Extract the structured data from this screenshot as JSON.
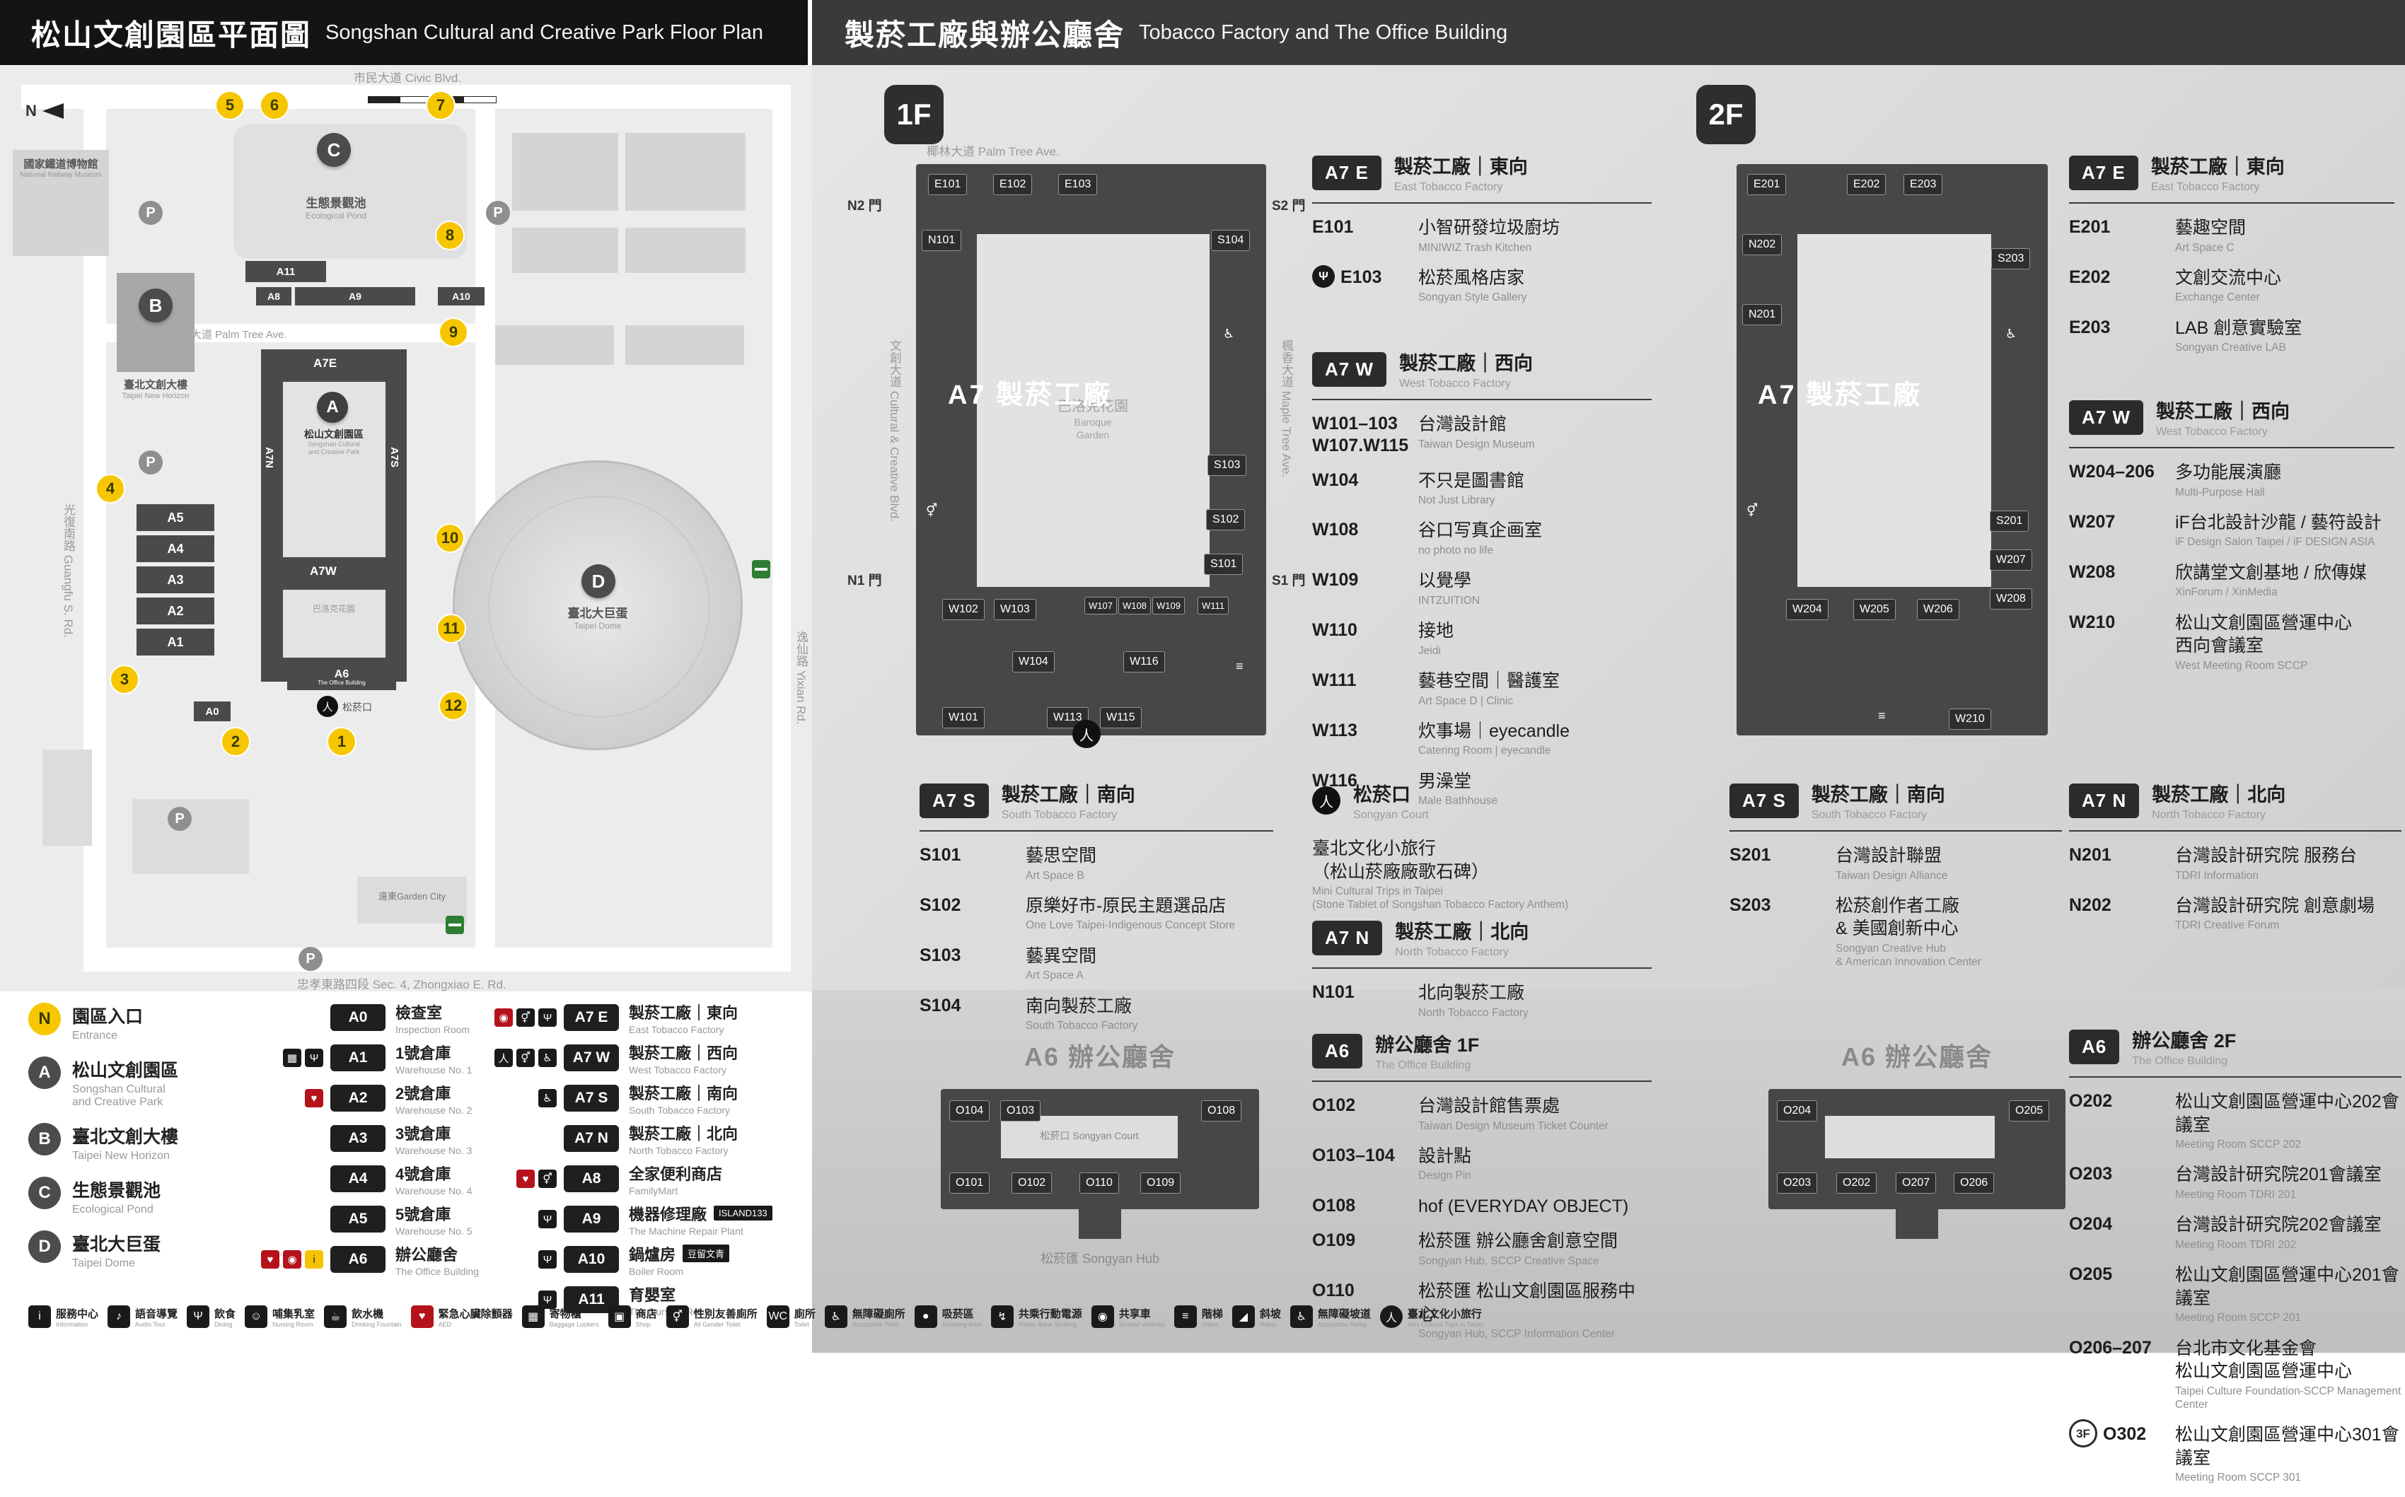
{
  "left": {
    "header": {
      "zh": "松山文創園區平面圖",
      "en": "Songshan Cultural and Creative Park Floor Plan"
    },
    "map": {
      "north": "N",
      "roads": {
        "top": "市民大道 Civic Blvd.",
        "left": "光復南路 Guangfu S. Rd.",
        "bottom": "忠孝東路四段 Sec. 4, Zhongxiao E. Rd.",
        "inner": "椰林大道 Palm Tree Ave.",
        "right": "逸仙路 Yixian Rd."
      },
      "places": {
        "railway_zh": "國家鐵道博物館",
        "railway_en": "National Railway Museum",
        "pond_zh": "生態景觀池",
        "pond_en": "Ecological Pond",
        "newhorizon_zh": "臺北文創大樓",
        "newhorizon_en": "Taipei New Horizon",
        "park_zh": "松山文創園區",
        "park_en": "Songshan Cultural\nand Creative Park",
        "dome_zh": "臺北大巨蛋",
        "dome_en": "Taipei Dome",
        "garden_city": "遠東Garden City",
        "court_zh": "松菸口",
        "court_en": "Songyan Court",
        "office_en": "The Office Building",
        "baroque_zh": "巴洛克花園"
      },
      "blocks": {
        "a0": "A0",
        "a1": "A1",
        "a2": "A2",
        "a3": "A3",
        "a4": "A4",
        "a5": "A5",
        "a6": "A6",
        "a7e": "A7E",
        "a7w": "A7W",
        "a7n": "A7N",
        "a7s": "A7S",
        "a8": "A8",
        "a9": "A9",
        "a10": "A10",
        "a11": "A11"
      },
      "numbers": [
        "1",
        "2",
        "3",
        "4",
        "5",
        "6",
        "7",
        "8",
        "9",
        "10",
        "11",
        "12"
      ],
      "pins": {
        "a": "A",
        "b": "B",
        "c": "C",
        "d": "D"
      },
      "parking": "P"
    },
    "legend": {
      "markers": [
        {
          "badge": "N",
          "type": "yellow",
          "zh": "園區入口",
          "en": "Entrance"
        },
        {
          "badge": "A",
          "type": "pin",
          "zh": "松山文創園區",
          "en": "Songshan Cultural\nand Creative Park"
        },
        {
          "badge": "B",
          "type": "pin",
          "zh": "臺北文創大樓",
          "en": "Taipei New Horizon"
        },
        {
          "badge": "C",
          "type": "pin",
          "zh": "生態景觀池",
          "en": "Ecological Pond"
        },
        {
          "badge": "D",
          "type": "pin",
          "zh": "臺北大巨蛋",
          "en": "Taipei Dome"
        }
      ],
      "buildings_a": [
        {
          "badge": "A0",
          "zh": "檢查室",
          "en": "Inspection Room"
        },
        {
          "badge": "A1",
          "zh": "1號倉庫",
          "en": "Warehouse No. 1",
          "icons": [
            {
              "g": "▦"
            },
            {
              "g": "Ψ"
            }
          ]
        },
        {
          "badge": "A2",
          "zh": "2號倉庫",
          "en": "Warehouse No. 2",
          "icons": [
            {
              "g": "♥",
              "c": "#b5121b"
            }
          ]
        },
        {
          "badge": "A3",
          "zh": "3號倉庫",
          "en": "Warehouse No. 3"
        },
        {
          "badge": "A4",
          "zh": "4號倉庫",
          "en": "Warehouse No. 4"
        },
        {
          "badge": "A5",
          "zh": "5號倉庫",
          "en": "Warehouse No. 5"
        },
        {
          "badge": "A6",
          "zh": "辦公廳舍",
          "en": "The Office Building",
          "icons": [
            {
              "g": "♥",
              "c": "#b5121b"
            },
            {
              "g": "◉",
              "c": "#b5121b"
            },
            {
              "g": "i",
              "c": "#f5c400",
              "t": "#222222"
            }
          ]
        }
      ],
      "buildings_b": [
        {
          "badge": "A7 E",
          "zh": "製菸工廠｜東向",
          "en": "East Tobacco Factory",
          "icons": [
            {
              "g": "◉",
              "c": "#b5121b"
            },
            {
              "g": "⚥"
            },
            {
              "g": "Ψ"
            }
          ]
        },
        {
          "badge": "A7 W",
          "zh": "製菸工廠｜西向",
          "en": "West Tobacco Factory",
          "icons": [
            {
              "g": "人"
            },
            {
              "g": "⚥"
            },
            {
              "g": "♿"
            }
          ]
        },
        {
          "badge": "A7 S",
          "zh": "製菸工廠｜南向",
          "en": "South Tobacco Factory",
          "icons": [
            {
              "g": "♿"
            }
          ]
        },
        {
          "badge": "A7 N",
          "zh": "製菸工廠｜北向",
          "en": "North Tobacco Factory"
        },
        {
          "badge": "A8",
          "zh": "全家便利商店",
          "en": "FamilyMart",
          "icons": [
            {
              "g": "♥",
              "c": "#b5121b"
            },
            {
              "g": "⚥"
            }
          ]
        },
        {
          "badge": "A9",
          "zh": "機器修理廠",
          "en": "The Machine Repair Plant",
          "extra": "ISLAND133",
          "icons": [
            {
              "g": "Ψ"
            }
          ]
        },
        {
          "badge": "A10",
          "zh": "鍋爐房",
          "en": "Boiler Room",
          "extra": "豆留文青",
          "icons": [
            {
              "g": "Ψ"
            }
          ]
        },
        {
          "badge": "A11",
          "zh": "育嬰室",
          "en": "The Nursery Room",
          "icons": [
            {
              "g": "Ψ"
            }
          ]
        }
      ]
    },
    "icon_strip": [
      {
        "zh": "服務中心",
        "en": "Information",
        "g": "i"
      },
      {
        "zh": "語音導覽",
        "en": "Audio Tour",
        "g": "♪"
      },
      {
        "zh": "飲食",
        "en": "Dining",
        "g": "Ψ"
      },
      {
        "zh": "哺集乳室",
        "en": "Nursing Room",
        "g": "☺"
      },
      {
        "zh": "飲水機",
        "en": "Drinking Fountain",
        "g": "☕"
      },
      {
        "zh": "緊急心臟除顫器",
        "en": "AED",
        "g": "♥",
        "c": "#b5121b"
      },
      {
        "zh": "寄物櫃",
        "en": "Baggage Lockers",
        "g": "▦"
      },
      {
        "zh": "商店",
        "en": "Shop",
        "g": "▣"
      },
      {
        "zh": "性別友善廁所",
        "en": "All Gender Toilet",
        "g": "⚥"
      },
      {
        "zh": "廁所",
        "en": "Toilet",
        "g": "WC"
      },
      {
        "zh": "無障礙廁所",
        "en": "Accessible Toilet",
        "g": "♿"
      },
      {
        "zh": "吸菸區",
        "en": "Smoking Area",
        "g": "●"
      },
      {
        "zh": "共乘行動電源",
        "en": "Power Bank Sharing",
        "g": "↯"
      },
      {
        "zh": "共享車",
        "en": "Shared Vehicles",
        "g": "◉"
      },
      {
        "zh": "階梯",
        "en": "Stairs",
        "g": "≡"
      },
      {
        "zh": "斜坡",
        "en": "Ramp",
        "g": "◢"
      },
      {
        "zh": "無障礙坡道",
        "en": "Accessible Ramp",
        "g": "♿"
      },
      {
        "zh": "臺北文化小旅行",
        "en": "Mini Cultural Trips in Taipei",
        "g": "人",
        "round": true
      }
    ]
  },
  "right": {
    "header": {
      "zh": "製菸工廠與辦公廳舍",
      "en": "Tobacco Factory and The Office Building"
    },
    "floor1_badge": "1F",
    "floor2_badge": "2F",
    "plan1": {
      "street_top": "椰林大道 Palm Tree Ave.",
      "street_left": "文創大道 Cultural & Creative Blvd.",
      "street_right": "楓香大道 Maple Tree Ave.",
      "gate_n2": "N2 門",
      "gate_s2": "S2 門",
      "gate_n1": "N1 門",
      "gate_s1": "S1 門",
      "center": "A7 製菸工廠",
      "courtyard_zh": "巴洛克花園",
      "courtyard_en": "Baroque\nGarden",
      "rooms": {
        "e101": "E101",
        "e102": "E102",
        "e103": "E103",
        "n101": "N101",
        "s101": "S101",
        "s102": "S102",
        "s103": "S103",
        "s104": "S104",
        "w101": "W101",
        "w102": "W102",
        "w103": "W103",
        "w104": "W104",
        "w107": "W107",
        "w108": "W108",
        "w109": "W109",
        "w111": "W111",
        "w113": "W113",
        "w115": "W115",
        "w116": "W116"
      }
    },
    "plan2": {
      "center": "A7 製菸工廠",
      "rooms": {
        "e201": "E201",
        "e202": "E202",
        "e203": "E203",
        "n201": "N201",
        "n202": "N202",
        "s201": "S201",
        "s203": "S203",
        "w204": "W204",
        "w205": "W205",
        "w206": "W206",
        "w207": "W207",
        "w208": "W208",
        "w210": "W210"
      }
    },
    "sections": {
      "f1_se": {
        "badge": "A7 E",
        "zh": "製菸工廠｜東向",
        "en": "East Tobacco Factory",
        "items": [
          {
            "code": "E101",
            "zh": "小智研發垃圾廚坊",
            "en": "MINIWIZ Trash Kitchen"
          },
          {
            "code": "E103",
            "zh": "松菸風格店家",
            "en": "Songyan Style Gallery",
            "icon": {
              "g": "Ψ"
            }
          }
        ]
      },
      "f1_sw": {
        "badge": "A7 W",
        "zh": "製菸工廠｜西向",
        "en": "West Tobacco Factory",
        "items": [
          {
            "code": "W101–103\nW107.W115",
            "zh": "台灣設計館",
            "en": "Taiwan Design Museum"
          },
          {
            "code": "W104",
            "zh": "不只是圖書館",
            "en": "Not Just Library"
          },
          {
            "code": "W108",
            "zh": "谷口写真企画室",
            "en": "no photo no life"
          },
          {
            "code": "W109",
            "zh": "以覺學",
            "en": "INTZUITION"
          },
          {
            "code": "W110",
            "zh": "接地",
            "en": "Jeidi"
          },
          {
            "code": "W111",
            "zh": "藝巷空間｜醫護室",
            "en": "Art Space D | Clinic"
          },
          {
            "code": "W113",
            "zh": "炊事場｜eyecandle",
            "en": "Catering Room | eyecandle"
          },
          {
            "code": "W116",
            "zh": "男澡堂",
            "en": "Male Bathhouse"
          }
        ]
      },
      "f1_ss": {
        "badge": "A7 S",
        "zh": "製菸工廠｜南向",
        "en": "South Tobacco Factory",
        "items": [
          {
            "code": "S101",
            "zh": "藝思空間",
            "en": "Art Space B"
          },
          {
            "code": "S102",
            "zh": "原樂好市-原民主題選品店",
            "en": "One Love Taipei-Indigenous Concept Store"
          },
          {
            "code": "S103",
            "zh": "藝異空間",
            "en": "Art Space A"
          },
          {
            "code": "S104",
            "zh": "南向製菸工廠",
            "en": "South Tobacco Factory"
          }
        ]
      },
      "f1_court": {
        "zh": "松菸口",
        "en": "Songyan Court",
        "items": [
          {
            "code": "",
            "zh": "臺北文化小旅行\n（松山菸廠廠歌石碑）",
            "en": "Mini Cultural Trips in Taipei\n(Stone Tablet of Songshan Tobacco Factory Anthem)"
          }
        ]
      },
      "f1_sn": {
        "badge": "A7 N",
        "zh": "製菸工廠｜北向",
        "en": "North Tobacco Factory",
        "items": [
          {
            "code": "N101",
            "zh": "北向製菸工廠",
            "en": "North Tobacco Factory"
          }
        ]
      },
      "f2_se": {
        "badge": "A7 E",
        "zh": "製菸工廠｜東向",
        "en": "East Tobacco Factory",
        "items": [
          {
            "code": "E201",
            "zh": "藝趣空間",
            "en": "Art Space C"
          },
          {
            "code": "E202",
            "zh": "文創交流中心",
            "en": "Exchange Center"
          },
          {
            "code": "E203",
            "zh": "LAB 創意實驗室",
            "en": "Songyan Creative LAB"
          }
        ]
      },
      "f2_sw": {
        "badge": "A7 W",
        "zh": "製菸工廠｜西向",
        "en": "West Tobacco Factory",
        "items": [
          {
            "code": "W204–206",
            "zh": "多功能展演廳",
            "en": "Multi-Purpose Hall"
          },
          {
            "code": "W207",
            "zh": "iF台北設計沙龍 / 藝符設計",
            "en": "iF Design Salon Taipei / iF DESIGN ASIA"
          },
          {
            "code": "W208",
            "zh": "欣講堂文創基地 / 欣傳媒",
            "en": "XinForum / XinMedia"
          },
          {
            "code": "W210",
            "zh": "松山文創園區營運中心\n西向會議室",
            "en": "West Meeting Room SCCP"
          }
        ]
      },
      "f2_ss": {
        "badge": "A7 S",
        "zh": "製菸工廠｜南向",
        "en": "South Tobacco Factory",
        "items": [
          {
            "code": "S201",
            "zh": "台灣設計聯盟",
            "en": "Taiwan Design Alliance"
          },
          {
            "code": "S203",
            "zh": "松菸創作者工廠\n& 美國創新中心",
            "en": "Songyan Creative Hub\n& American Innovation Center"
          }
        ]
      },
      "f2_sn": {
        "badge": "A7 N",
        "zh": "製菸工廠｜北向",
        "en": "North Tobacco Factory",
        "items": [
          {
            "code": "N201",
            "zh": "台灣設計研究院 服務台",
            "en": "TDRI Information"
          },
          {
            "code": "N202",
            "zh": "台灣設計研究院 創意劇場",
            "en": "TDRI Creative Forum"
          }
        ]
      },
      "a6f1": {
        "badge": "A6",
        "zh": "辦公廳舍 1F",
        "en": "The Office Building",
        "items": [
          {
            "code": "O102",
            "zh": "台灣設計館售票處",
            "en": "Taiwan Design Museum Ticket Counter"
          },
          {
            "code": "O103–104",
            "zh": "設計點",
            "en": "Design Pin"
          },
          {
            "code": "O108",
            "zh": "hof (EVERYDAY OBJECT)",
            "en": ""
          },
          {
            "code": "O109",
            "zh": "松菸匯 辦公廳舍創意空間",
            "en": "Songyan Hub, SCCP Creative Space"
          },
          {
            "code": "O110",
            "zh": "松菸匯 松山文創園區服務中心",
            "en": "Songyan Hub, SCCP Information Center"
          }
        ]
      },
      "a6f2": {
        "badge": "A6",
        "zh": "辦公廳舍 2F",
        "en": "The Office Building",
        "items": [
          {
            "code": "O202",
            "zh": "松山文創園區營運中心202會議室",
            "en": "Meeting Room SCCP 202"
          },
          {
            "code": "O203",
            "zh": "台灣設計研究院201會議室",
            "en": "Meeting Room TDRI 201"
          },
          {
            "code": "O204",
            "zh": "台灣設計研究院202會議室",
            "en": "Meeting Room TDRI 202"
          },
          {
            "code": "O205",
            "zh": "松山文創園區營運中心201會議室",
            "en": "Meeting Room SCCP 201"
          },
          {
            "code": "O206–207",
            "zh": "台北市文化基金會\n松山文創園區營運中心",
            "en": "Taipei Culture Foundation-SCCP Management Center"
          },
          {
            "prefix": "3F",
            "code": "O302",
            "zh": "松山文創園區營運中心301會議室",
            "en": "Meeting Room SCCP 301"
          }
        ]
      }
    },
    "a6plan1": {
      "title": "A6 辦公廳舍",
      "court": "松菸口 Songyan Court",
      "hub": "松菸匯 Songyan Hub",
      "rooms": {
        "o101": "O101",
        "o102": "O102",
        "o103": "O103",
        "o104": "O104",
        "o108": "O108",
        "o109": "O109",
        "o110": "O110"
      }
    },
    "a6plan2": {
      "title": "A6 辦公廳舍",
      "rooms": {
        "o202": "O202",
        "o203": "O203",
        "o204": "O204",
        "o205": "O205",
        "o206": "O206",
        "o207": "O207"
      }
    }
  }
}
